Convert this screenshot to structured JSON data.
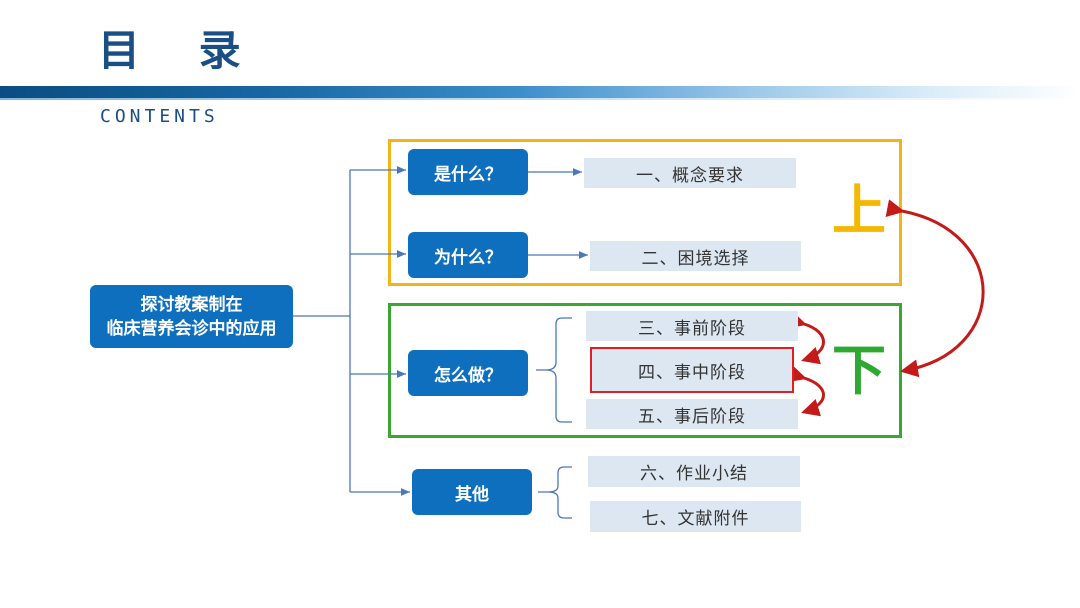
{
  "header": {
    "title": "目 录",
    "subtitle": "CONTENTS"
  },
  "diagram": {
    "root": {
      "line1": "探讨教案制在",
      "line2": "临床营养会诊中的应用"
    },
    "branches": {
      "what": "是什么？",
      "why": "为什么？",
      "how": "怎么做？",
      "other": "其他"
    },
    "items": {
      "item1": "一、概念要求",
      "item2": "二、困境选择",
      "item3": "三、事前阶段",
      "item4": "四、事中阶段",
      "item5": "五、事后阶段",
      "item6": "六、作业小结",
      "item7": "七、文献附件"
    },
    "labels": {
      "upper": "上",
      "lower": "下"
    },
    "colors": {
      "branch_blue": "#0f6fbf",
      "item_fill": "#dde7f1",
      "upper_frame": "#f2b517",
      "lower_frame": "#3aa830",
      "arrow_red": "#c41a1a",
      "highlight_red": "#e02020"
    }
  }
}
